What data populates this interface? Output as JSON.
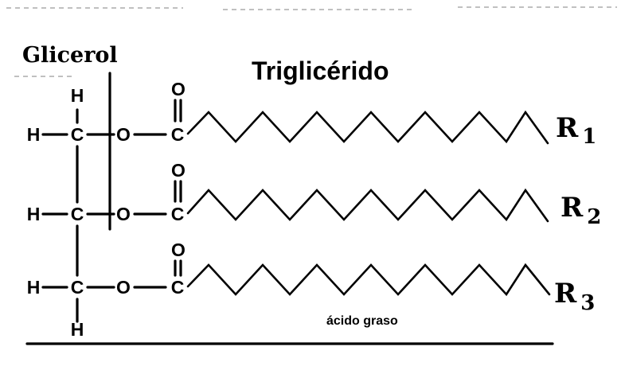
{
  "header": {
    "title": "Triglicérido",
    "glycerol_label": "Glicerol"
  },
  "atoms": {
    "hydrogen": "H",
    "carbon": "C",
    "oxygen": "O"
  },
  "chains": [
    {
      "label": "R",
      "subscript": "1"
    },
    {
      "label": "R",
      "subscript": "2"
    },
    {
      "label": "R",
      "subscript": "3"
    }
  ],
  "caption": "ácido graso"
}
